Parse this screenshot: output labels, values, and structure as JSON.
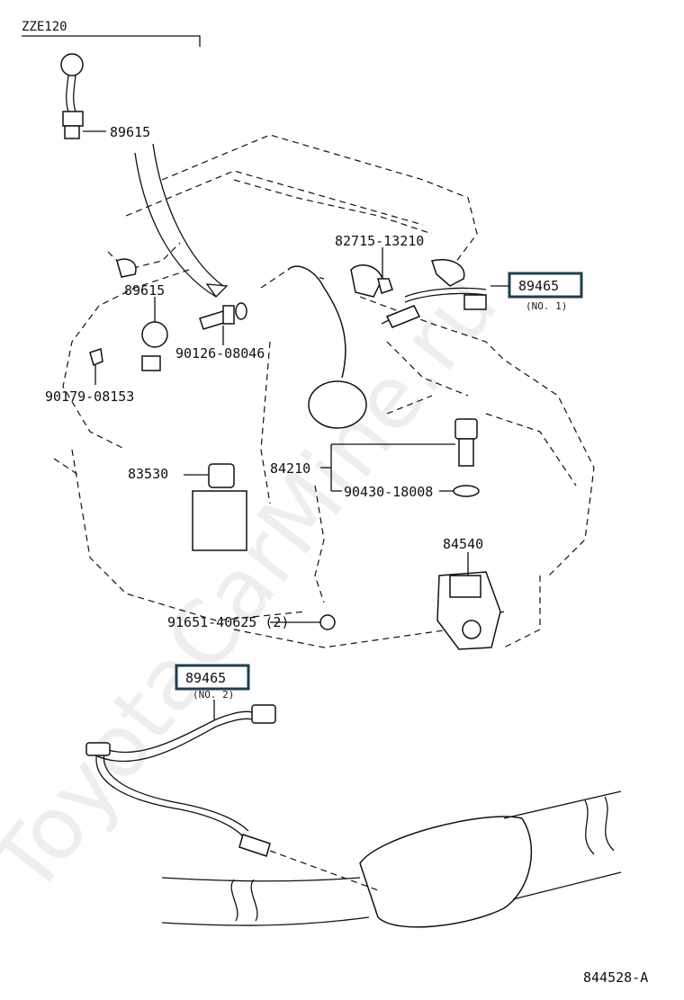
{
  "model_code": "ZZE120",
  "figure_id": "844528-A",
  "watermark": "ToyotaCarMine.ru",
  "callouts": {
    "knock_sensor_top": "89615",
    "knock_sensor": "89615",
    "bolt_90126": "90126-08046",
    "bolt_90179": "90179-08153",
    "clamp_82715": "82715-13210",
    "oxygen_sensor_no1": "89465",
    "oxygen_sensor_no1_note": "(NO. 1)",
    "switch_83530": "83530",
    "switch_84210": "84210",
    "gasket_90430": "90430-18008",
    "neutral_switch_84540": "84540",
    "bolt_91651": "91651-40625 (2)",
    "oxygen_sensor_no2": "89465",
    "oxygen_sensor_no2_note": "(NO. 2)"
  },
  "colors": {
    "highlight_box": "#1c3f4f",
    "line": "#111111"
  }
}
